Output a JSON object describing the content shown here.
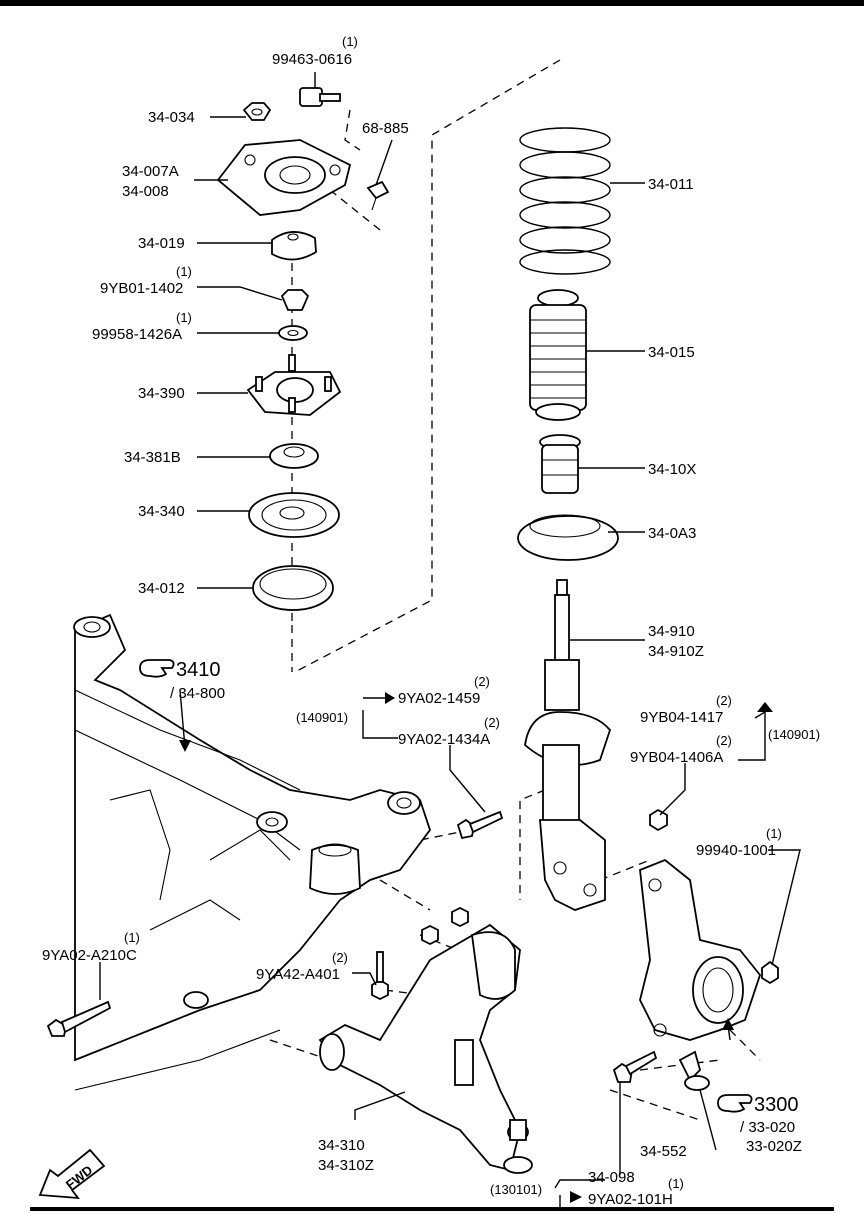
{
  "parts": {
    "p99463_0616": "99463-0616",
    "p34_034": "34-034",
    "p68_885": "68-885",
    "p34_007a": "34-007A",
    "p34_008": "34-008",
    "p34_019": "34-019",
    "p9yb01_1402": "9YB01-1402",
    "p99958_1426a": "99958-1426A",
    "p34_390": "34-390",
    "p34_381b": "34-381B",
    "p34_340": "34-340",
    "p34_012": "34-012",
    "p34_011": "34-011",
    "p34_015": "34-015",
    "p34_10x": "34-10X",
    "p34_0a3": "34-0A3",
    "p34_910": "34-910",
    "p34_910z": "34-910Z",
    "p9ya02_1459": "9YA02-1459",
    "p9ya02_1434a": "9YA02-1434A",
    "p9yb04_1417": "9YB04-1417",
    "p9yb04_1406a": "9YB04-1406A",
    "p99940_1001": "99940-1001",
    "p9ya02_a210c": "9YA02-A210C",
    "p9ya42_a401": "9YA42-A401",
    "p34_310": "34-310",
    "p34_310z": "34-310Z",
    "p34_552": "34-552",
    "p34_098": "34-098",
    "p9ya02_101h": "9YA02-101H"
  },
  "quantities": {
    "q99463_0616": "(1)",
    "q9yb01_1402": "(1)",
    "q99958_1426a": "(1)",
    "q9ya02_1459": "(2)",
    "q9ya02_1434a": "(2)",
    "q9yb04_1417": "(2)",
    "q9yb04_1406a": "(2)",
    "q99940_1001": "(1)",
    "q9ya02_a210c": "(1)",
    "q9ya42_a401": "(2)",
    "q9ya02_101h": "(1)"
  },
  "date_codes": {
    "left_bolts": "(140901)",
    "right_nuts": "(140901)",
    "bottom_bolt": "(130101)"
  },
  "references": {
    "crossmember_group": "3410",
    "crossmember_part": "/ 34-800",
    "knuckle_group": "3300",
    "knuckle_part_a": "/ 33-020",
    "knuckle_part_b": "33-020Z"
  },
  "direction": {
    "arrow_text": "FWD"
  }
}
